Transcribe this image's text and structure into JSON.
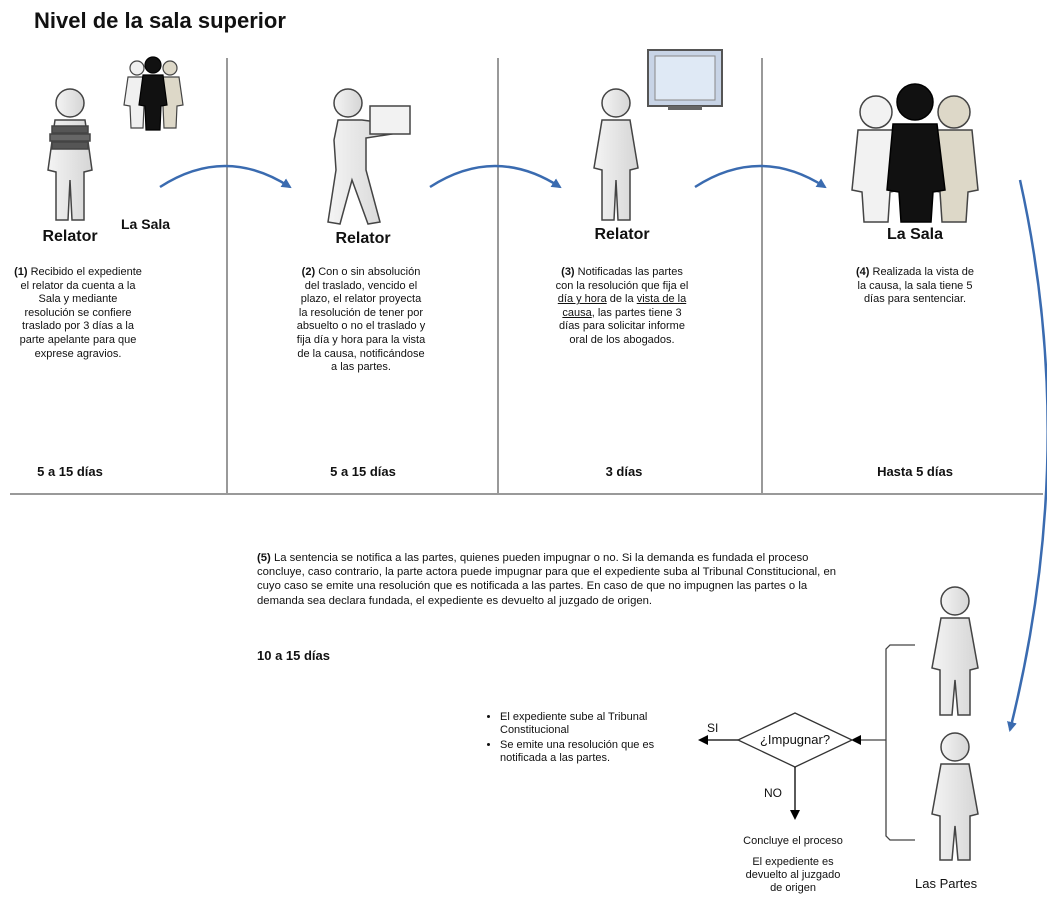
{
  "title": "Nivel de la sala superior",
  "columns": [
    {
      "role": "Relator",
      "step": "(1)",
      "desc": "Recibido el expediente el relator da cuenta a la Sala y mediante resolución se confiere traslado por 3 días a la parte apelante para que exprese agravios.",
      "duration": "5 a 15 días"
    },
    {
      "role": "Relator",
      "step": "(2)",
      "desc": "Con o sin absolución del traslado, vencido el plazo, el relator proyecta la resolución de tener por absuelto o no el traslado y fija día y hora para la vista de la causa, notificándose a las partes.",
      "duration": "5 a 15 días"
    },
    {
      "role": "Relator",
      "step": "(3)",
      "desc_a": "Notificadas las partes con la resolución que fija el",
      "desc_u1": "día y hora",
      "desc_b": "de la",
      "desc_u2": "vista de la causa",
      "desc_c": ", las partes tiene 3 días para solicitar informe oral de los abogados.",
      "duration": "3 días"
    },
    {
      "role": "La Sala",
      "step": "(4)",
      "desc": "Realizada la vista de la causa, la sala tiene 5 días para sentenciar.",
      "duration": "Hasta 5 días"
    }
  ],
  "la_sala_small": "La Sala",
  "step5": {
    "step": "(5)",
    "text": "La sentencia se notifica a las partes, quienes pueden impugnar o no. Si la demanda es fundada el proceso concluye, caso contrario, la parte actora puede impugnar para que el expediente suba al Tribunal Constitucional, en cuyo caso se emite una resolución que es notificada a las partes. En caso de que no impugnen las partes o la demanda sea declara fundada, el expediente es devuelto al juzgado de origen.",
    "duration": "10 a 15 días"
  },
  "decision": {
    "question": "¿Impugnar?",
    "yes": "SI",
    "no": "NO",
    "yes_outcomes": [
      "El expediente sube al Tribunal Constitucional",
      "Se emite una resolución que es notificada a las partes."
    ],
    "no_outcome_1": "Concluye el proceso",
    "no_outcome_2": "El expediente es devuelto al juzgado de origen"
  },
  "las_partes": "Las Partes"
}
